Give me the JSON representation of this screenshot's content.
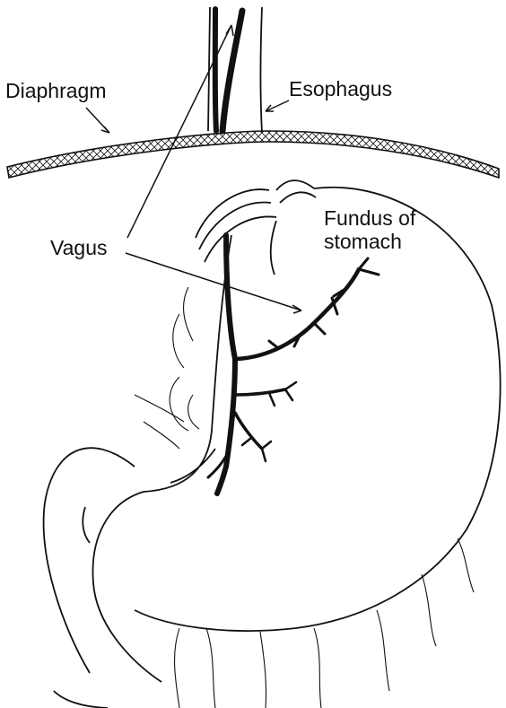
{
  "labels": {
    "diaphragm": "Diaphragm",
    "esophagus": "Esophagus",
    "vagus": "Vagus",
    "fundus_line1": "Fundus of",
    "fundus_line2": "stomach"
  },
  "colors": {
    "ink": "#111111",
    "background": "#ffffff"
  }
}
